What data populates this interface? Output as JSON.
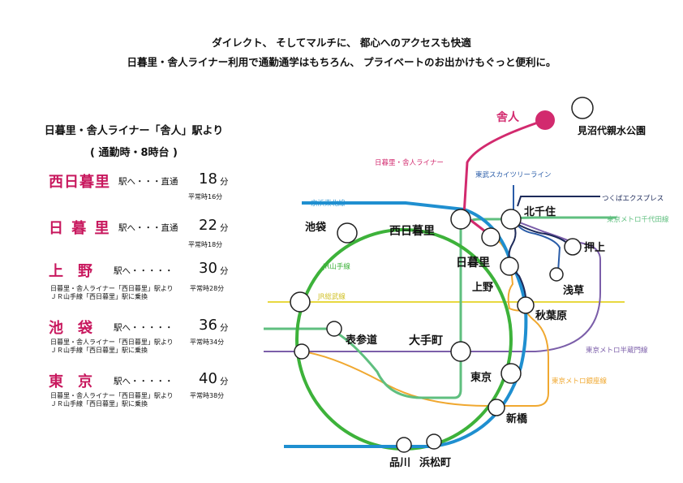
{
  "headline": {
    "line1": "ダイレクト、 そしてマルチに、 都心へのアクセスも快適",
    "line2": "日暮里・舎人ライナー利用で通勤通学はもちろん、 プライベートのお出かけもぐっと便利に。"
  },
  "panel": {
    "title": "日暮里・舎人ライナー「舎人」駅より",
    "subtitle": "( 通勤時・8時台 )",
    "minute_unit": "分",
    "routes": [
      {
        "station": "西日暮里",
        "desc": "駅へ・・・直通",
        "minutes": "18",
        "usual": "平常時16分",
        "note1": "",
        "note2": ""
      },
      {
        "station": "日 暮 里",
        "desc": "駅へ・・・直通",
        "minutes": "22",
        "usual": "平常時18分",
        "note1": "",
        "note2": ""
      },
      {
        "station": "上　野",
        "desc": "駅へ・・・・・",
        "minutes": "30",
        "usual": "平常時28分",
        "note1": "日暮里・舎人ライナー「西日暮里」駅より",
        "note2": "ＪＲ山手線「西日暮里」駅に乗換"
      },
      {
        "station": "池　袋",
        "desc": "駅へ・・・・・",
        "minutes": "36",
        "usual": "平常時34分",
        "note1": "日暮里・舎人ライナー「西日暮里」駅より",
        "note2": "ＪＲ山手線「西日暮里」駅に乗換"
      },
      {
        "station": "東　京",
        "desc": "駅へ・・・・・",
        "minutes": "40",
        "usual": "平常時38分",
        "note1": "日暮里・舎人ライナー「西日暮里」駅より",
        "note2": "ＪＲ山手線「西日暮里」駅に乗換"
      }
    ]
  },
  "map": {
    "stations": {
      "toneri": "舎人",
      "minumadai": "見沼代親水公園",
      "kitasenju": "北千住",
      "ikebukuro": "池袋",
      "nishinippori": "西日暮里",
      "nippori": "日暮里",
      "ueno": "上野",
      "oshiage": "押上",
      "asakusa": "浅草",
      "akihabara": "秋葉原",
      "omotesando": "表参道",
      "otemachi": "大手町",
      "tokyo": "東京",
      "shinbashi": "新橋",
      "shinagawa": "品川",
      "hamamatsucho": "浜松町"
    },
    "lines": {
      "liner": "日暮里・舎人ライナー",
      "tobu": "東武スカイツリーライン",
      "tsukuba": "つくばエクスプレス",
      "chiyoda": "東京メトロ千代田線",
      "keihin": "京浜東北線",
      "yamanote": "JR山手線",
      "sobu": "JR総武線",
      "hanzomon": "東京メトロ半蔵門線",
      "ginza": "東京メトロ銀座線"
    },
    "colors": {
      "liner": "#d22a6e",
      "yamanote": "#3db23a",
      "keihin": "#1f8fd0",
      "tobu": "#2a5ca8",
      "tsukuba": "#1d2a5a",
      "chiyoda": "#5fbf7f",
      "sobu": "#e8d840",
      "hanzomon": "#7b5ea9",
      "ginza": "#f0a830"
    }
  }
}
